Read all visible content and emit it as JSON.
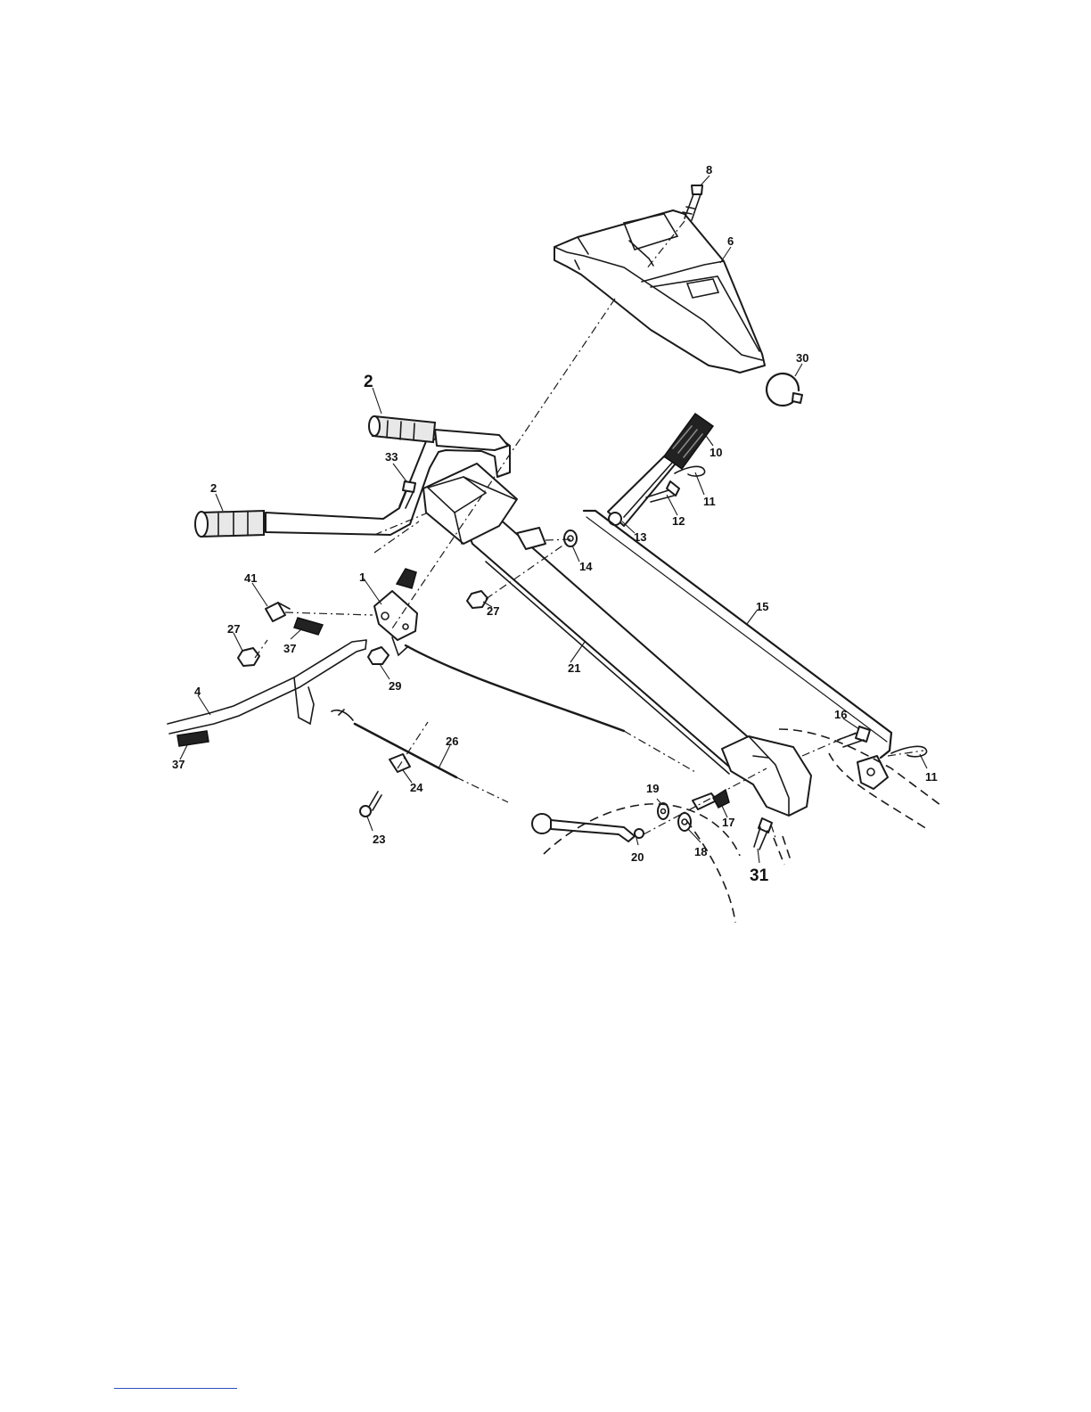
{
  "diagram": {
    "callouts": [
      {
        "id": "c8",
        "text": "8"
      },
      {
        "id": "c6",
        "text": "6"
      },
      {
        "id": "c30",
        "text": "30"
      },
      {
        "id": "c2a",
        "text": "2"
      },
      {
        "id": "c2b",
        "text": "2"
      },
      {
        "id": "c33",
        "text": "33"
      },
      {
        "id": "c10",
        "text": "10"
      },
      {
        "id": "c11a",
        "text": "11"
      },
      {
        "id": "c12",
        "text": "12"
      },
      {
        "id": "c13",
        "text": "13"
      },
      {
        "id": "c14",
        "text": "14"
      },
      {
        "id": "c27a",
        "text": "27"
      },
      {
        "id": "c41",
        "text": "41"
      },
      {
        "id": "c1",
        "text": "1"
      },
      {
        "id": "c27b",
        "text": "27"
      },
      {
        "id": "c37a",
        "text": "37"
      },
      {
        "id": "c29",
        "text": "29"
      },
      {
        "id": "c15",
        "text": "15"
      },
      {
        "id": "c21",
        "text": "21"
      },
      {
        "id": "c4",
        "text": "4"
      },
      {
        "id": "c37b",
        "text": "37"
      },
      {
        "id": "c26",
        "text": "26"
      },
      {
        "id": "c24",
        "text": "24"
      },
      {
        "id": "c23",
        "text": "23"
      },
      {
        "id": "c16",
        "text": "16"
      },
      {
        "id": "c11b",
        "text": "11"
      },
      {
        "id": "c19",
        "text": "19"
      },
      {
        "id": "c17",
        "text": "17"
      },
      {
        "id": "c18",
        "text": "18"
      },
      {
        "id": "c20",
        "text": "20"
      },
      {
        "id": "c31",
        "text": "31"
      }
    ]
  }
}
